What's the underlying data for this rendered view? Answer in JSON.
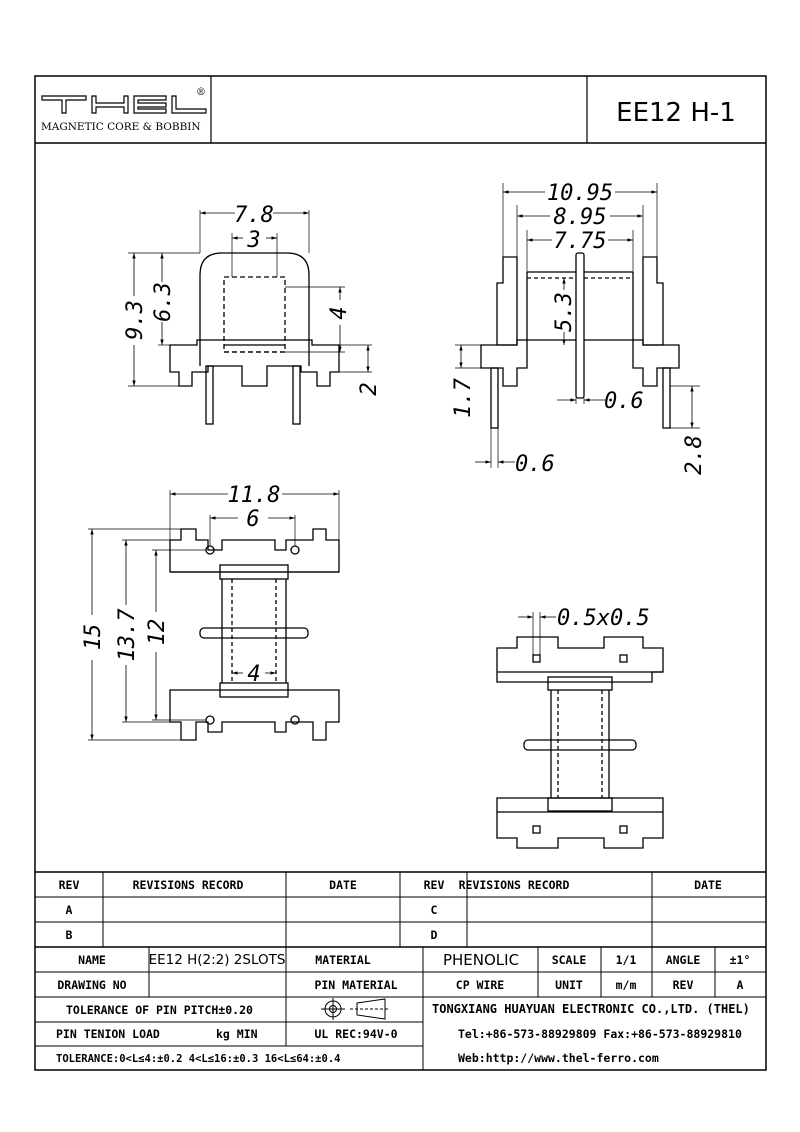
{
  "header": {
    "logo_text": "THEL",
    "logo_registered": "®",
    "logo_subtitle": "MAGNETIC CORE & BOBBIN",
    "part_title": "EE12 H-1"
  },
  "dimensions": {
    "front": {
      "width_outer": "7.8",
      "width_inner": "3",
      "height_total": "9.3",
      "height_body": "6.3",
      "window_height": "4",
      "base_height": "2"
    },
    "side": {
      "length_outer": "10.95",
      "length_mid": "8.95",
      "length_inner": "7.75",
      "window_height": "5.3",
      "flange_height": "1.7",
      "flange_thickness": "0.6",
      "pin_dia": "0.6",
      "pin_length": "2.8"
    },
    "top": {
      "width": "11.8",
      "pin_pitch": "6",
      "length_total": "15",
      "length_mid": "13.7",
      "length_inner": "12",
      "core_width": "4"
    },
    "bottom": {
      "pin_size": "0.5x0.5"
    }
  },
  "title_block": {
    "rev_header": "REV",
    "revisions_header": "REVISIONS RECORD",
    "date_header": "DATE",
    "rev_rows_left": [
      "A",
      "B"
    ],
    "rev_rows_right": [
      "C",
      "D"
    ],
    "name_label": "NAME",
    "name_value": "EE12 H(2:2) 2SLOTS",
    "material_label": "MATERIAL",
    "material_value": "PHENOLIC",
    "scale_label": "SCALE",
    "scale_value": "1/1",
    "angle_label": "ANGLE",
    "angle_value": "±1°",
    "drawing_no_label": "DRAWING NO",
    "pin_material_label": "PIN MATERIAL",
    "cp_wire": "CP WIRE",
    "unit_label": "UNIT",
    "unit_value": "m/m",
    "rev_label": "REV",
    "rev_value": "A",
    "tolerance_pitch": "TOLERANCE OF PIN PITCH±0.20",
    "pin_tension": "PIN TENION LOAD",
    "pin_tension_unit": "kg MIN",
    "ul_rec": "UL REC:94V-0",
    "tolerance": "TOLERANCE:0<L≤4:±0.2  4<L≤16:±0.3  16<L≤64:±0.4",
    "company": "TONGXIANG HUAYUAN ELECTRONIC CO.,LTD. (THEL)",
    "tel": "Tel:+86-573-88929809 Fax:+86-573-88929810",
    "web": "Web:http://www.thel-ferro.com"
  }
}
